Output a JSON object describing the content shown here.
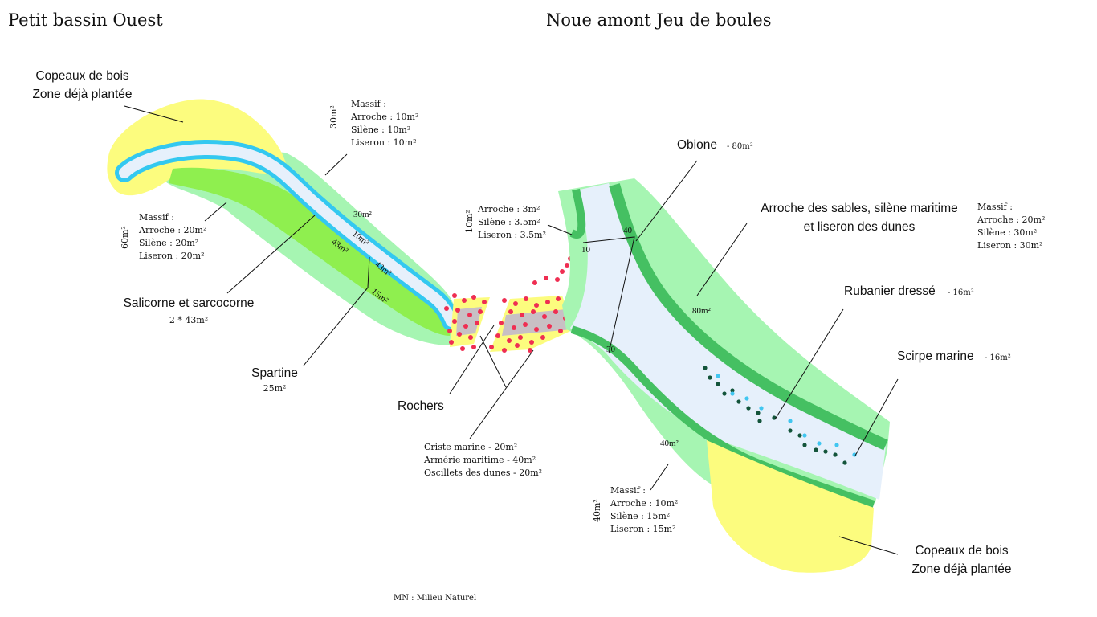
{
  "titles": {
    "left": "Petit bassin Ouest",
    "right": "Noue amont Jeu de boules"
  },
  "labels": {
    "copeaux_top": [
      "Copeaux de bois",
      "Zone déjà plantée"
    ],
    "copeaux_bottom": [
      "Copeaux de bois",
      "Zone déjà plantée"
    ],
    "salicorne": "Salicorne et sarcocorne",
    "salicorne_area": "2 * 43m²",
    "spartine": "Spartine",
    "spartine_area": "25m²",
    "rochers": "Rochers",
    "obione": "Obione",
    "obione_area": "- 80m²",
    "arroche_sables": [
      "Arroche des sables, silène maritime",
      "et liseron des dunes"
    ],
    "rubanier": "Rubanier dressé",
    "rubanier_area": "- 16m²",
    "scirpe": "Scirpe marine",
    "scirpe_area": "- 16m²",
    "footer": "MN : Milieu Naturel"
  },
  "massifs": {
    "top_left": {
      "side": "30m²",
      "lines": [
        "Massif :",
        "Arroche : 10m²",
        "Silène : 10m²",
        "Liseron : 10m²"
      ]
    },
    "left": {
      "side": "60m²",
      "lines": [
        "Massif :",
        "Arroche : 20m²",
        "Silène : 20m²",
        "Liseron : 20m²"
      ]
    },
    "mid": {
      "side": "10m²",
      "lines": [
        "Arroche : 3m²",
        "Silène : 3.5m²",
        "Liseron : 3.5m²"
      ]
    },
    "right": {
      "lines": [
        "Massif :",
        "Arroche : 20m²",
        "Silène : 30m²",
        "Liseron : 30m²"
      ]
    },
    "bottom": {
      "side": "40m²",
      "lines": [
        "Massif :",
        "Arroche : 10m²",
        "Silène : 15m²",
        "Liseron : 15m²"
      ]
    },
    "rocks": {
      "lines": [
        "Criste marine - 20m²",
        "Armérie maritime - 40m²",
        "Oscillets des dunes - 20m²"
      ]
    }
  },
  "map_labels": {
    "left_30": "30m²",
    "left_10": "10m²",
    "left_43a": "43m²",
    "left_43b": "43m²",
    "left_15": "15m²",
    "right_10": "10",
    "right_40": "40",
    "right_30": "30",
    "right_80": "80m²",
    "right_40m2": "40m²"
  },
  "colors": {
    "yellow": "#fcfc7e",
    "light_green": "#a6f5b2",
    "mid_green": "#8fef4f",
    "dark_green": "#45c062",
    "water": "#e6f0fb",
    "blue": "#33c8f0",
    "rock": "#c8c0c4",
    "red_dot": "#ef2e52",
    "dark_dot": "#13543a",
    "sky_dot": "#41c6f0"
  }
}
